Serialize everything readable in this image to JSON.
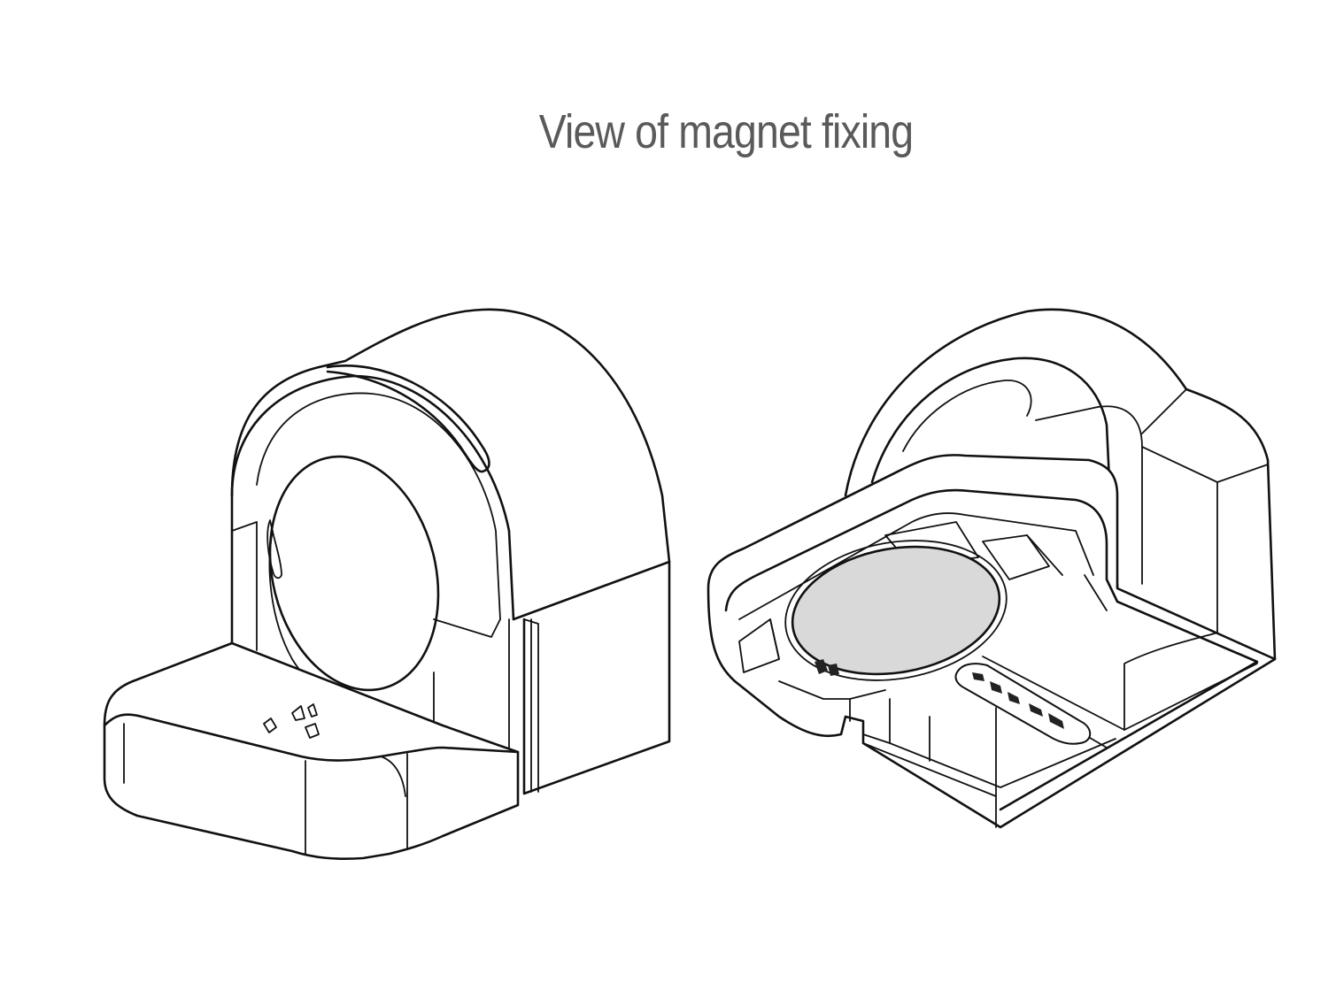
{
  "diagram": {
    "title": "View of magnet fixing",
    "figures": [
      {
        "name": "front-view-housing",
        "icon": "magnet-holder-front"
      },
      {
        "name": "underside-view-housing",
        "icon": "magnet-holder-underside",
        "magnet_color": "#d9d9d9"
      }
    ],
    "title_color": "#5a5a5a",
    "line_color": "#111111"
  }
}
